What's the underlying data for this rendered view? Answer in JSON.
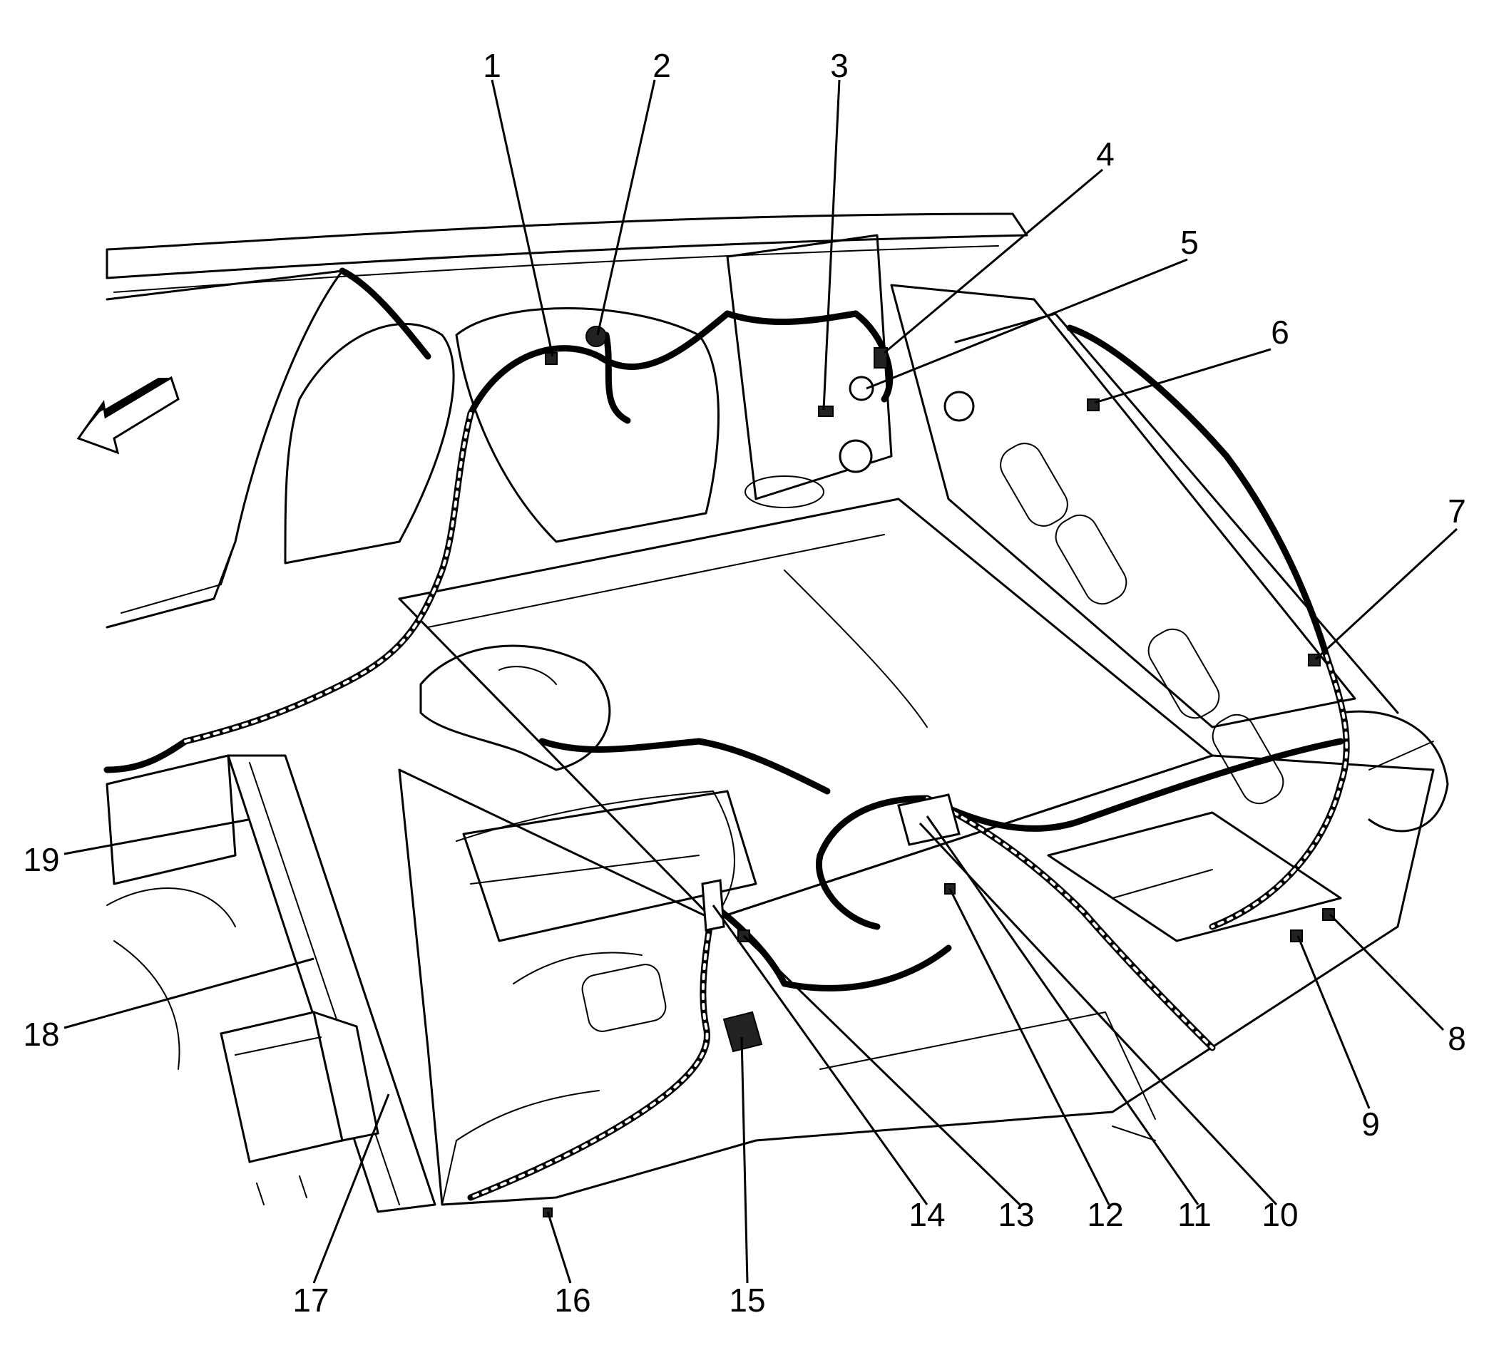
{
  "callouts": [
    {
      "id": "1",
      "label": "1"
    },
    {
      "id": "2",
      "label": "2"
    },
    {
      "id": "3",
      "label": "3"
    },
    {
      "id": "4",
      "label": "4"
    },
    {
      "id": "5",
      "label": "5"
    },
    {
      "id": "6",
      "label": "6"
    },
    {
      "id": "7",
      "label": "7"
    },
    {
      "id": "8",
      "label": "8"
    },
    {
      "id": "9",
      "label": "9"
    },
    {
      "id": "10",
      "label": "10"
    },
    {
      "id": "11",
      "label": "11"
    },
    {
      "id": "12",
      "label": "12"
    },
    {
      "id": "13",
      "label": "13"
    },
    {
      "id": "14",
      "label": "14"
    },
    {
      "id": "15",
      "label": "15"
    },
    {
      "id": "16",
      "label": "16"
    },
    {
      "id": "17",
      "label": "17"
    },
    {
      "id": "18",
      "label": "18"
    },
    {
      "id": "19",
      "label": "19"
    }
  ],
  "icons": {
    "direction_arrow": "front-direction-arrow-icon"
  },
  "colors": {
    "line": "#000000",
    "background": "#ffffff"
  }
}
